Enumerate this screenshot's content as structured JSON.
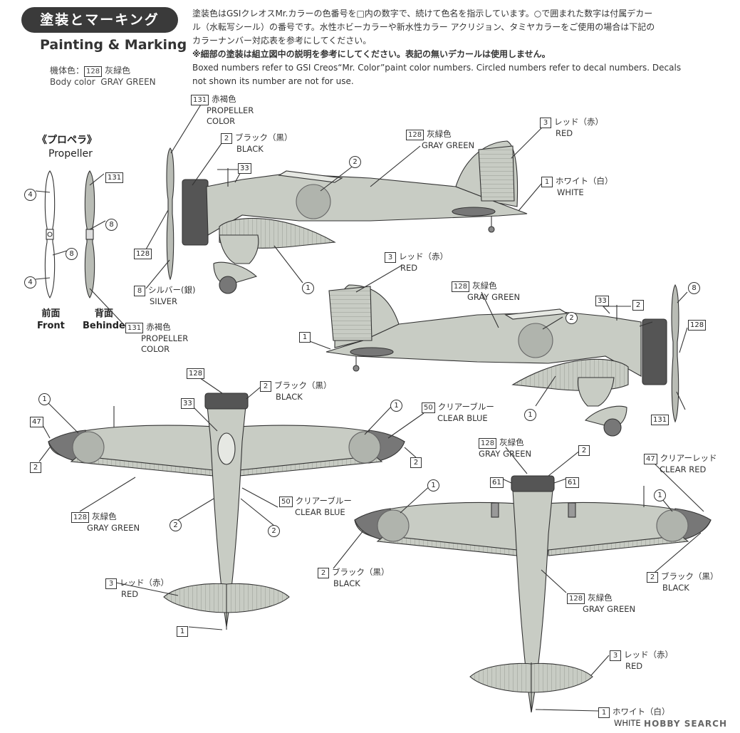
{
  "header": {
    "title_jp": "塗装とマーキング",
    "title_en": "Painting & Marking"
  },
  "instructions": {
    "jp_line1": "塗装色はGSIクレオスMr.カラーの色番号を□内の数字で、続けて色名を指示しています。○で囲まれた数字は付属デカー",
    "jp_line2": "ル（水転写シール）の番号です。水性ホビーカラーや新水性カラー アクリジョン、タミヤカラーをご使用の場合は下記の",
    "jp_line3": "カラーナンバー対応表を参考にしてください。",
    "jp_line4": "※細部の塗装は組立図中の説明を参考にしてください。表記の無いデカールは使用しません。",
    "en_line1": "Boxed numbers refer to GSI Creos“Mr. Color”paint color numbers. Circled numbers refer to decal numbers. Decals",
    "en_line2": "not shown its number are not for use."
  },
  "body_color": {
    "label_jp": "機体色：",
    "label_en": "Body color",
    "num": "128",
    "name_jp": "灰緑色",
    "name_en": "GRAY GREEN"
  },
  "propeller": {
    "heading_jp": "《プロペラ》",
    "heading_en": "Propeller",
    "front_jp": "前面",
    "front_en": "Front",
    "back_jp": "背面",
    "back_en": "Behinde",
    "c131_num": "131",
    "c131_jp": "赤褐色",
    "c131_en1": "PROPELLER",
    "c131_en2": "COLOR",
    "d4": "4",
    "d8": "8"
  },
  "callouts": {
    "c131_jp": "赤褐色",
    "c131_en1": "PROPELLER",
    "c131_en2": "COLOR",
    "c2_jp": "ブラック（黒）",
    "c2_en": "BLACK",
    "c128_jp": "灰緑色",
    "c128_en": "GRAY GREEN",
    "c3_jp": "レッド（赤）",
    "c3_en": "RED",
    "c1_jp": "ホワイト（白）",
    "c1_en": "WHITE",
    "c8_jp": "シルバー(銀)",
    "c8_en": "SILVER",
    "c50_jp": "クリアーブルー",
    "c50_en": "CLEAR BLUE",
    "c47_jp": "クリアーレッド",
    "c47_en": "CLEAR RED",
    "c2b_jp": "ブラック（黒）",
    "c2b_en": "BLACK",
    "c1b_jp": "ホワイト（白）",
    "c1b_en": "WHITE"
  },
  "numbers": {
    "n131": "131",
    "n2": "2",
    "n128": "128",
    "n3": "3",
    "n1": "1",
    "n33": "33",
    "n8": "8",
    "n47": "47",
    "n50": "50",
    "n61": "61"
  },
  "watermark": "HOBBY SEARCH"
}
